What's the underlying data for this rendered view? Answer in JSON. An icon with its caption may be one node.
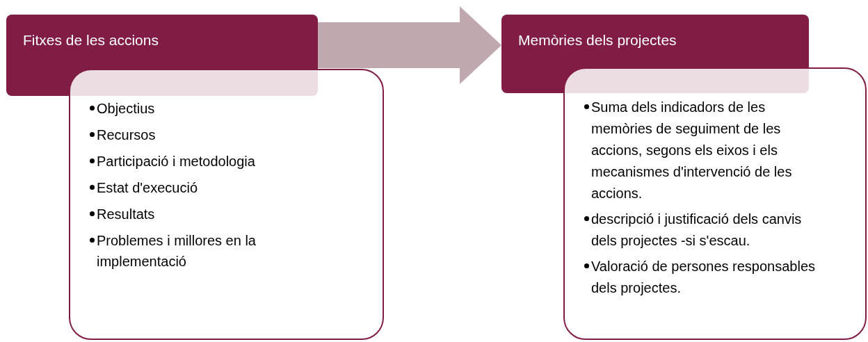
{
  "diagram": {
    "nodes": [
      {
        "text": [
          "Fitxes de les accions"
        ]
      },
      {
        "text": [
          "Objectius",
          "Recursos",
          "Participació i metodologia",
          "Estat d'execució",
          "Resultats",
          "Problemes i millores en la implementació"
        ]
      },
      {
        "text": [
          "Memòries dels projectes"
        ]
      },
      {
        "text": [
          "Suma dels indicadors de les memòries de seguiment de les accions, segons els eixos i els mecanismes d'intervenció de les accions.",
          "descripció i justificació dels canvis dels projectes -si s'escau.",
          "Valoració de persones responsables dels projectes."
        ]
      }
    ],
    "edges": [
      {
        "from": 0,
        "to": 2,
        "arrow": "to"
      }
    ]
  }
}
